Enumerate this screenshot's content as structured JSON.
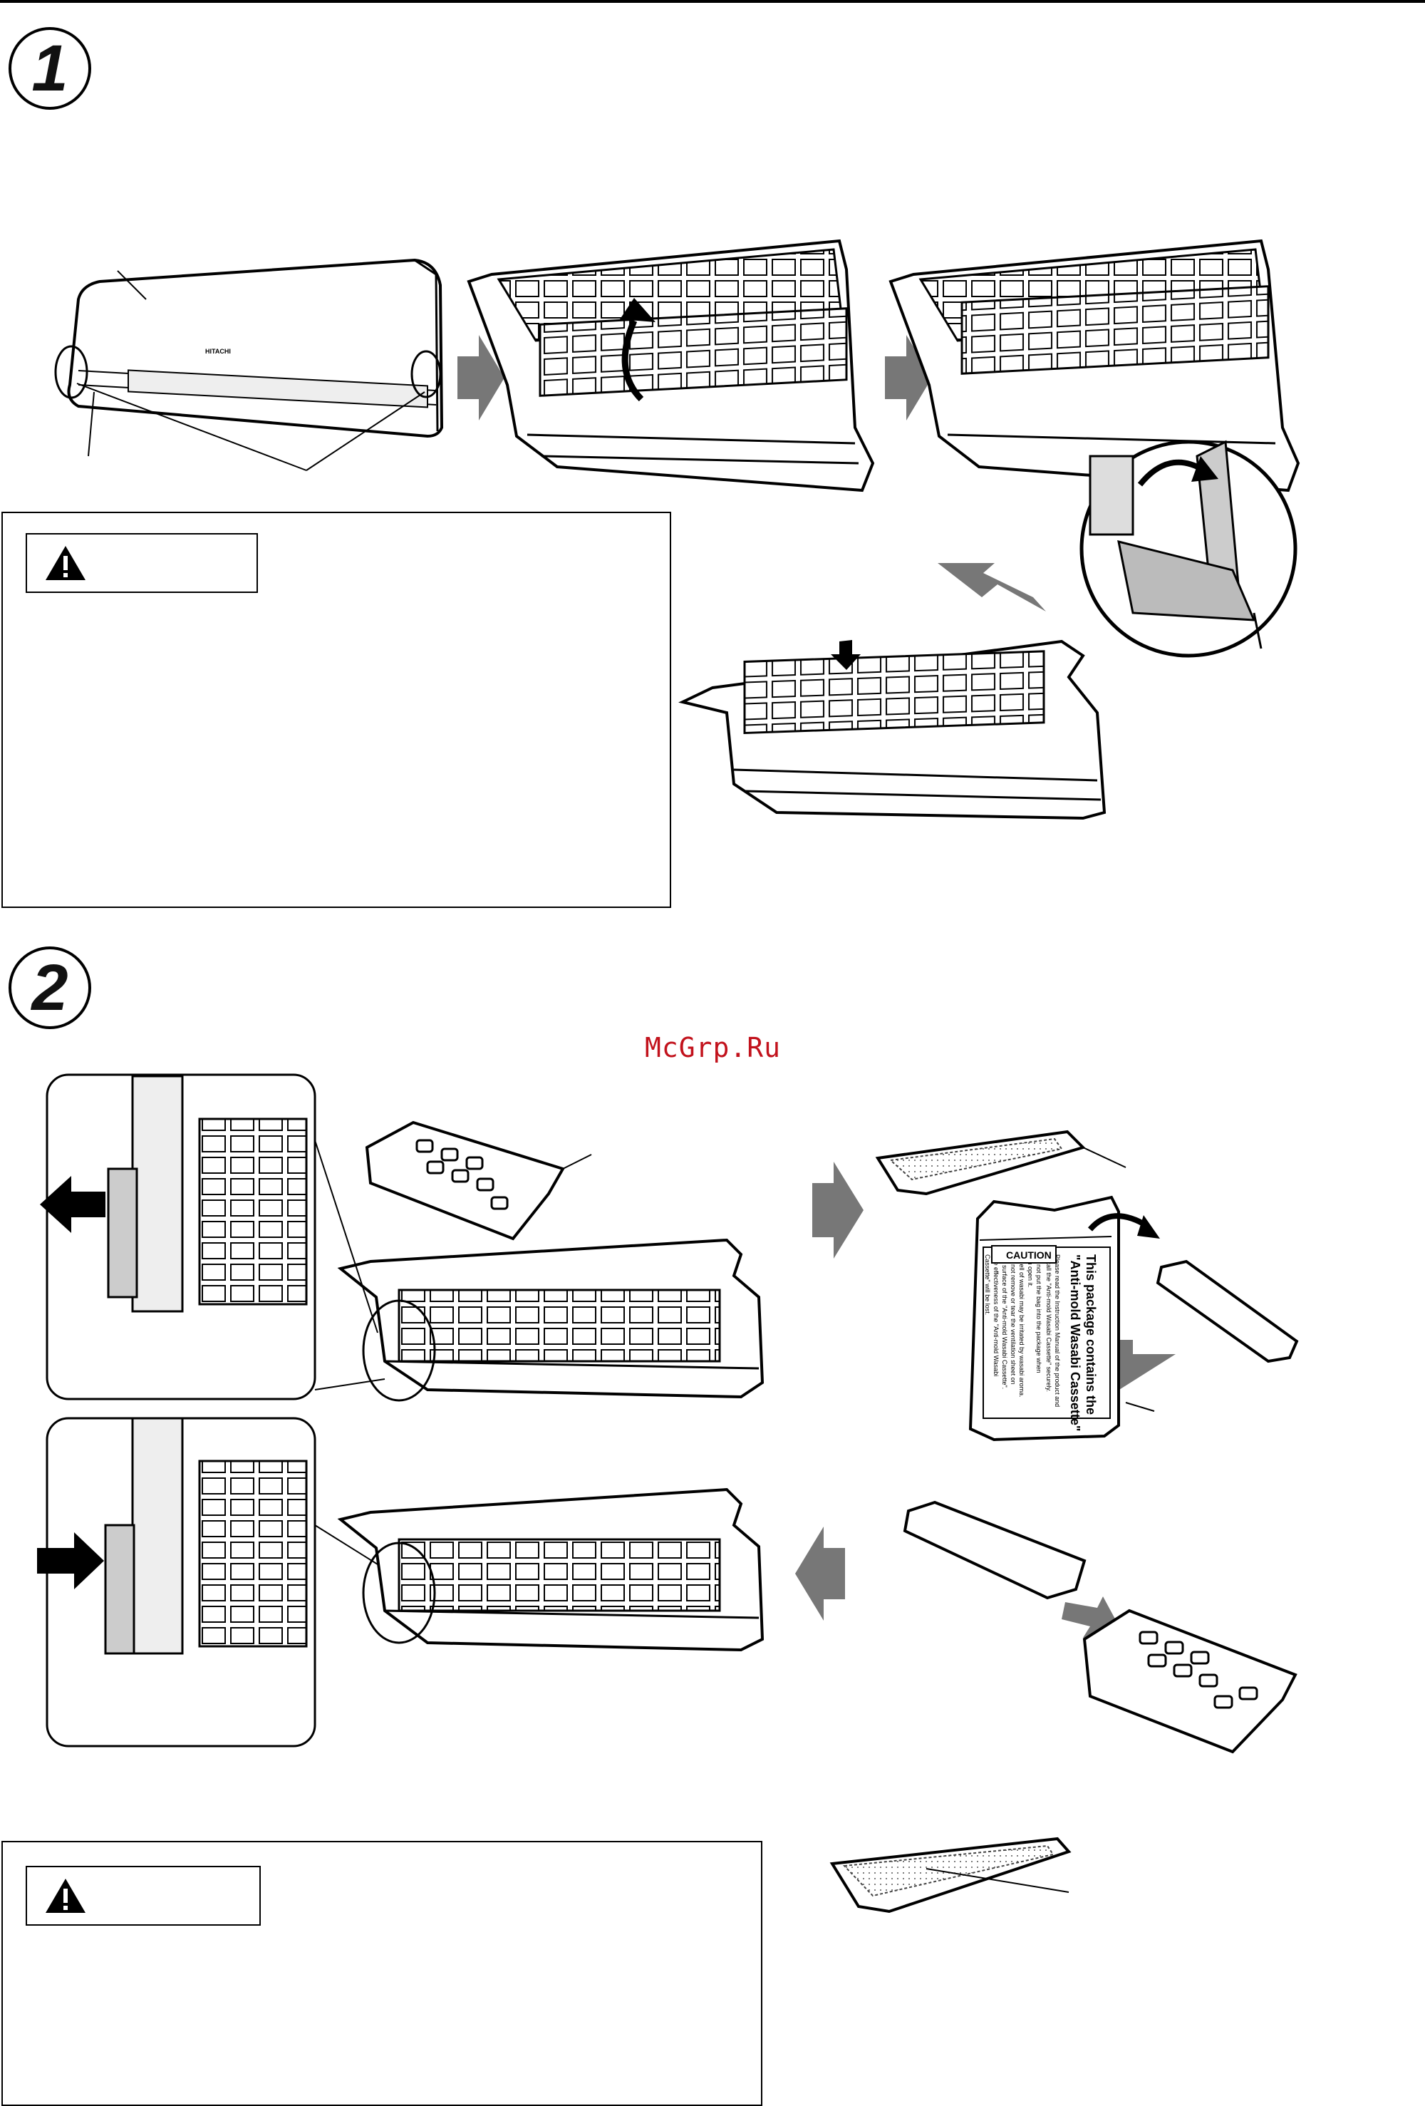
{
  "steps": [
    {
      "number": "1"
    },
    {
      "number": "2"
    }
  ],
  "watermark": "McGrp.Ru",
  "brand_on_unit": "HITACHI",
  "package_label": {
    "caution": "CAUTION",
    "title_line1": "This package contains the",
    "title_line2": "\"Anti-mold Wasabi Cassette\"",
    "lines": [
      "Please read the Instruction Manual of the product and",
      "install the \"Anti-mold Wasabi Cassette\" securely.",
      "Do not put the bag into the package when",
      "you open it.",
      "Smell of wasabi may be irritated by wasabi aroma.",
      "Do not remove or tear the ventilation sheet on",
      "the surface of the \"Anti-mold Wasabi Cassette\".",
      "The effectiveness of the \"Anti-mold Wasabi",
      "Cassette\" will be lost."
    ]
  },
  "colors": {
    "arrow_gray": "#777777",
    "line": "#000000",
    "watermark": "#c2121c"
  },
  "icons": [
    "warning-triangle-icon",
    "step-arrow-icon",
    "curved-arrow-icon"
  ]
}
